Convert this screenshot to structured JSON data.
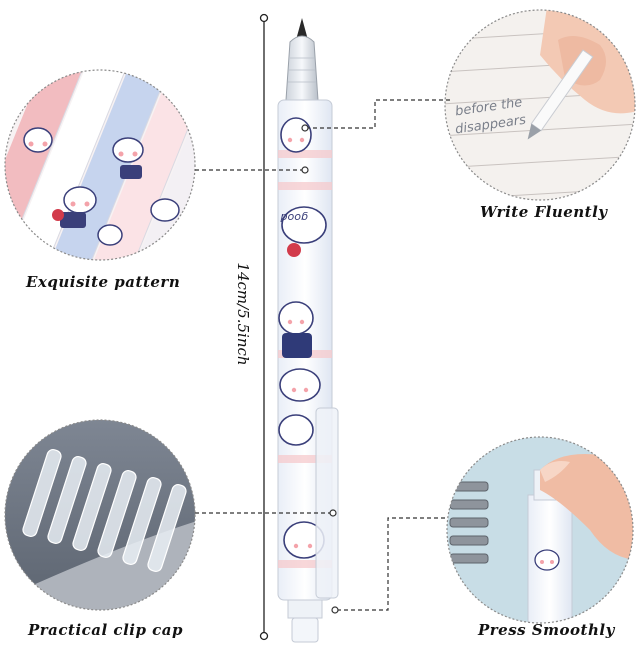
{
  "captions": {
    "top_left": "Exquisite pattern",
    "top_right": "Write Fluently",
    "bottom_left": "Practical clip cap",
    "bottom_right": "Press Smoothly"
  },
  "dimension": "14cm/5.5inch",
  "handwriting": {
    "line1": "before the",
    "line2": "disappears"
  },
  "pen_text": "good"
}
